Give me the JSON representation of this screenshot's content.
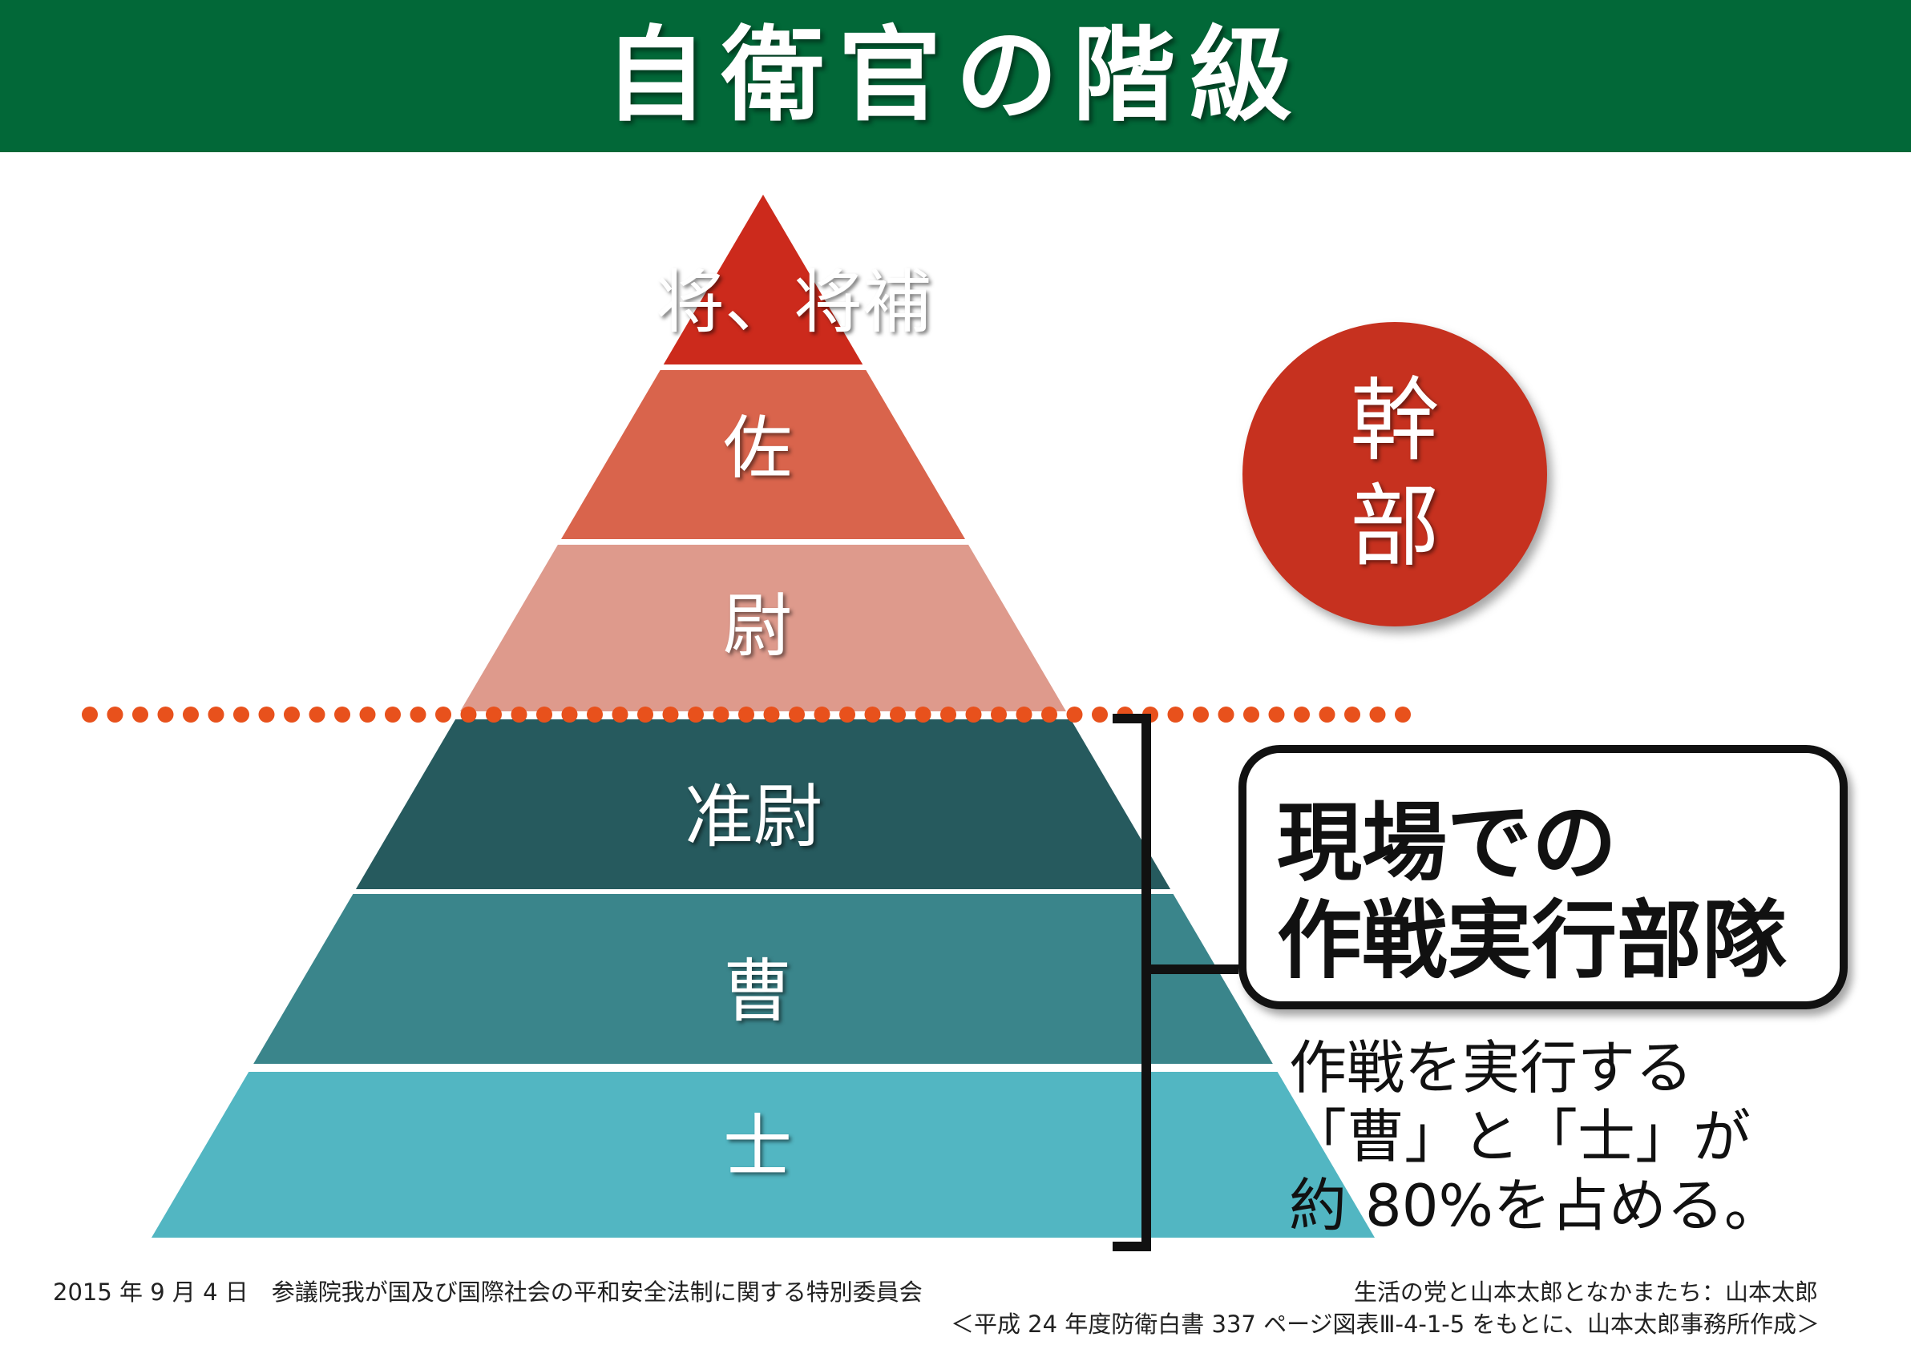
{
  "title": "自衛官の階級",
  "tiers": [
    {
      "label": "将、将補",
      "color": "#cc2a1c"
    },
    {
      "label": "佐",
      "color": "#d9644c"
    },
    {
      "label": "尉",
      "color": "#de9a8c"
    },
    {
      "label": "准尉",
      "color": "#265a5e"
    },
    {
      "label": "曹",
      "color": "#3a858b"
    },
    {
      "label": "士",
      "color": "#52b6c2"
    }
  ],
  "officer_badge": {
    "line1": "幹",
    "line2": "部",
    "color": "#c6311f"
  },
  "divider_color": "#e8511c",
  "operations_box": {
    "line1": "現場での",
    "line2": "作戦実行部隊"
  },
  "note": {
    "line1": "作戦を実行する",
    "line2": "「曹」と「士」が",
    "line3": "約 80%を占める。"
  },
  "footer": {
    "left": "2015 年 9 月 4 日　参議院我が国及び国際社会の平和安全法制に関する特別委員会",
    "right": "生活の党と山本太郎となかまたち：山本太郎",
    "source": "＜平成 24 年度防衛白書 337 ページ図表Ⅲ-4-1-5 をもとに、山本太郎事務所作成＞"
  }
}
